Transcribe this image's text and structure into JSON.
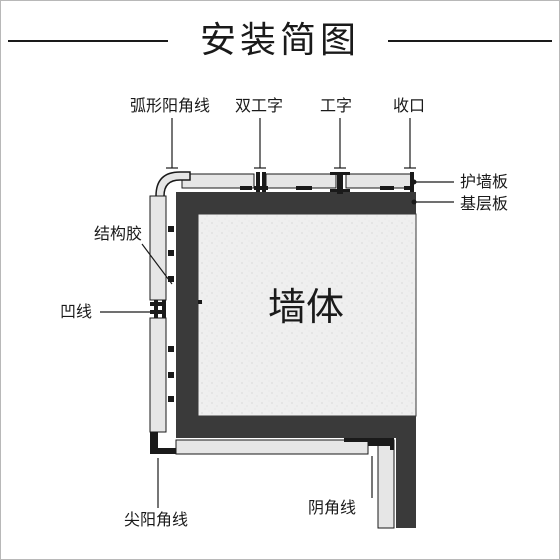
{
  "title": "安装简图",
  "wall_label": "墙体",
  "labels": {
    "hucolor_outside_corner": "弧形阳角线",
    "double_i": "双工字",
    "i_profile": "工字",
    "edge_trim": "收口",
    "wall_panel": "护墙板",
    "base_board": "基层板",
    "adhesive": "结构胶",
    "groove_line": "凹线",
    "sharp_outside_corner": "尖阳角线",
    "inside_corner": "阴角线"
  },
  "colors": {
    "wall_fill": "#f0f0f0",
    "base_board": "#3a3a3a",
    "panel": "#e8e8e8",
    "line": "#1a1a1a"
  }
}
